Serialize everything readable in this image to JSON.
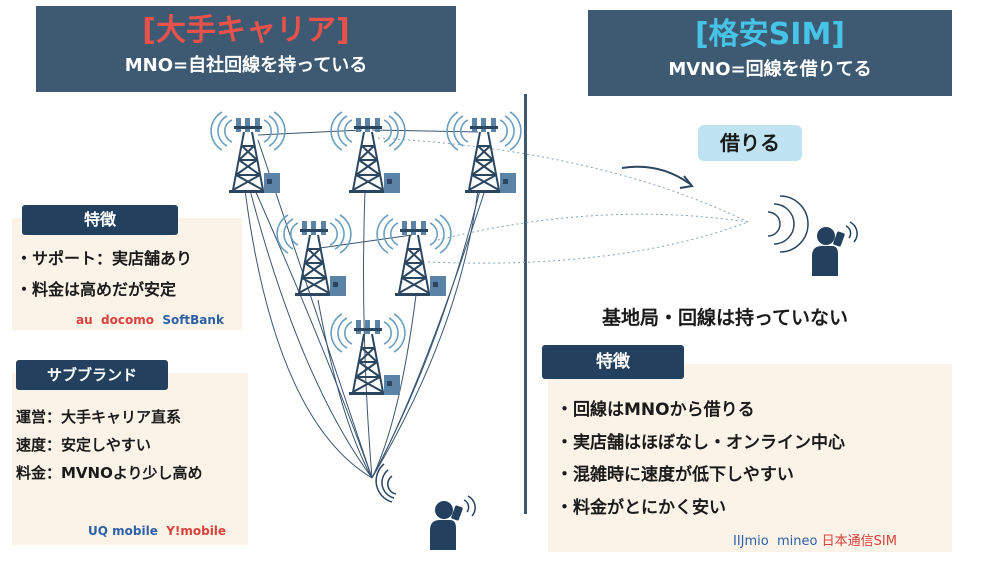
{
  "left_header": {
    "title": "[大手キャリア]",
    "subtitle": "MNO=自社回線を持っている"
  },
  "right_header": {
    "title": "[格安SIM]",
    "subtitle": "MVNO=回線を借りてる"
  },
  "left_features": {
    "tag": "特徴",
    "items": [
      "・サポート：実店舗あり",
      "・料金は高めだが安定"
    ],
    "carriers": [
      "au",
      "docomo",
      "SoftBank"
    ]
  },
  "subbrand": {
    "tag": "サブブランド",
    "items": [
      "運営：大手キャリア直系",
      "速度：安定しやすい",
      "料金：MVNOより少し高め"
    ],
    "carriers": [
      "UQ mobile",
      "Y!mobile"
    ]
  },
  "right_main": {
    "borrow_label": "借りる",
    "no_base_station": "基地局・回線は持っていない"
  },
  "right_features": {
    "tag": "特徴",
    "items": [
      "・回線はMNOから借りる",
      "・実店舗はほぼなし・オンライン中心",
      "・混雑時に速度が低下しやすい",
      "・料金がとにかく安い"
    ],
    "carriers": [
      "IIJmio",
      "mineo",
      "日本通信SIM"
    ]
  },
  "colors": {
    "navy": "#3e5a73",
    "tag_navy": "#23415f",
    "card_bg": "#fbf3e8",
    "red": "#d9413b",
    "cyan": "#46c4e8",
    "blue": "#2d5fa6",
    "light_blue": "#bfe3f1"
  },
  "icons": [
    "cell-tower-icon",
    "person-phone-icon",
    "signal-waves-icon",
    "curved-arrow-icon"
  ]
}
